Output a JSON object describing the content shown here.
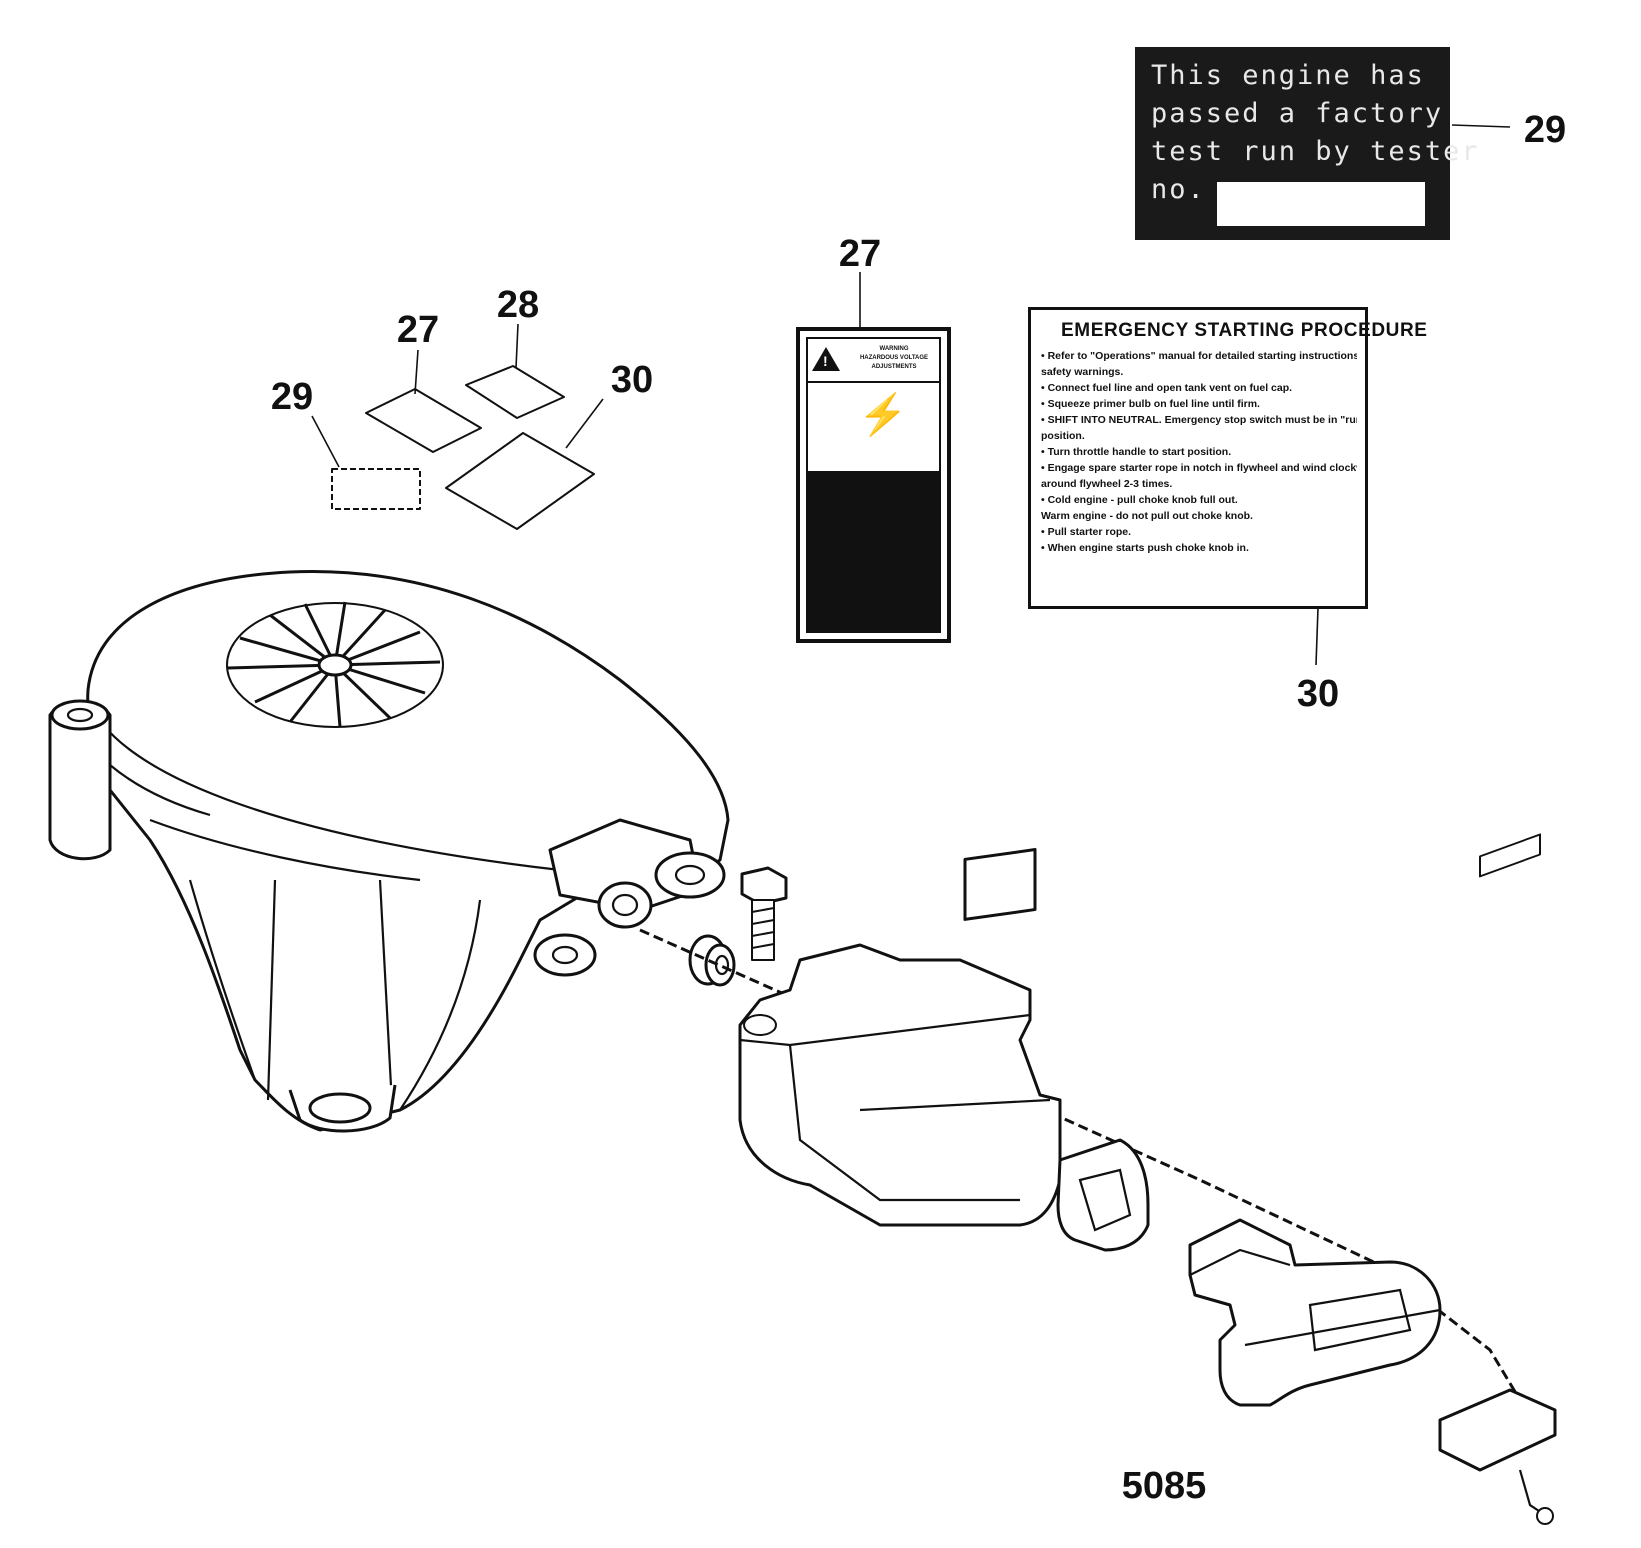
{
  "figure_number": "5085",
  "callouts": [
    {
      "id": "c27-small",
      "label": "27"
    },
    {
      "id": "c28-small",
      "label": "28"
    },
    {
      "id": "c29-small",
      "label": "29"
    },
    {
      "id": "c30-small",
      "label": "30"
    },
    {
      "id": "c27-decal",
      "label": "27"
    },
    {
      "id": "c29-decal",
      "label": "29"
    },
    {
      "id": "c30-decal",
      "label": "30"
    }
  ],
  "decal_29": {
    "lines": [
      "This engine has",
      "passed a factory",
      "test run by tester",
      "no."
    ]
  },
  "decal_30": {
    "title": "EMERGENCY STARTING PROCEDURE",
    "steps": [
      "• Refer to \"Operations\" manual for detailed starting instructions and",
      "  safety warnings.",
      "• Connect fuel line and open tank vent on fuel cap.",
      "• Squeeze primer bulb on fuel line until firm.",
      "• SHIFT INTO NEUTRAL.  Emergency stop switch must be in \"run\"",
      "  position.",
      "• Turn throttle handle to start position.",
      "• Engage spare starter rope in notch in flywheel and wind clockwise",
      "  around flywheel 2-3 times.",
      "• Cold engine - pull choke knob full out.",
      "  Warm engine - do not pull out choke knob.",
      "• Pull starter rope.",
      "• When engine starts push choke knob in."
    ]
  },
  "decal_27": {
    "header": "WARNING\nHAZARDOUS VOLTAGE\nADJUSTMENTS",
    "bolt_glyph": "⚡"
  }
}
